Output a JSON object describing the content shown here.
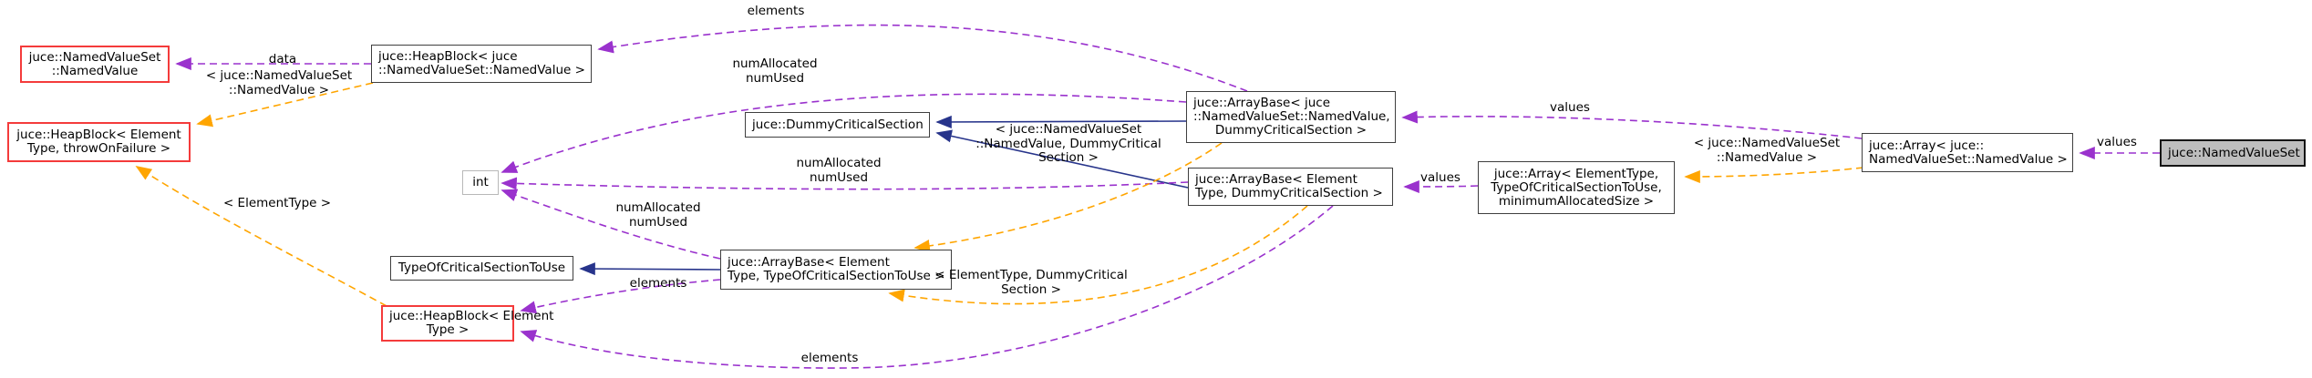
{
  "diagram": {
    "type": "doxygen-collaboration-diagram",
    "colors": {
      "usage_edge": "#9a32cd",
      "template_edge": "#ffa500",
      "inheritance_edge": "#27348b",
      "red_node_border": "#f43b3b",
      "node_border": "#3f3f3f",
      "main_node_fill": "#bebebe",
      "background": "#ffffff"
    },
    "nodes": {
      "named_value": {
        "lines": [
          "juce::NamedValueSet",
          "::NamedValue"
        ]
      },
      "heapblock_throw": {
        "lines": [
          "juce::HeapBlock< Element",
          "Type, throwOnFailure >"
        ]
      },
      "heapblock_nv": {
        "lines": [
          "juce::HeapBlock< juce",
          "::NamedValueSet::NamedValue >"
        ]
      },
      "dummy_critical": {
        "lines": [
          "juce::DummyCriticalSection"
        ]
      },
      "int_type": {
        "lines": [
          "int"
        ]
      },
      "arraybase_nv": {
        "lines": [
          "juce::ArrayBase< juce",
          "::NamedValueSet::NamedValue,",
          "DummyCriticalSection >"
        ]
      },
      "arraybase_el_dummy": {
        "lines": [
          "juce::ArrayBase< Element",
          "Type, DummyCriticalSection >"
        ]
      },
      "array_el": {
        "lines": [
          "juce::Array< ElementType,",
          "TypeOfCriticalSectionToUse,",
          "minimumAllocatedSize >"
        ]
      },
      "array_nv": {
        "lines": [
          "juce::Array< juce::",
          "NamedValueSet::NamedValue >"
        ]
      },
      "namedvalueset": {
        "lines": [
          "juce::NamedValueSet"
        ]
      },
      "type_of_critical": {
        "lines": [
          "TypeOfCriticalSectionToUse"
        ]
      },
      "arraybase_el_tocs": {
        "lines": [
          "juce::ArrayBase< Element",
          "Type, TypeOfCriticalSectionToUse >"
        ]
      },
      "heapblock_el": {
        "lines": [
          "juce::HeapBlock< Element",
          "Type >"
        ]
      }
    },
    "edge_labels": {
      "data": "data",
      "tmpl_nv_left": [
        "< juce::NamedValueSet",
        "::NamedValue >"
      ],
      "elements_top": "elements",
      "numalloc_top": [
        "numAllocated",
        "numUsed"
      ],
      "tmpl_ab_nv": [
        "< juce::NamedValueSet",
        "::NamedValue, DummyCritical",
        "Section >"
      ],
      "numalloc_mid": [
        "numAllocated",
        "numUsed"
      ],
      "values_mid": "values",
      "elemtype": "< ElementType >",
      "numalloc_low": [
        "numAllocated",
        "numUsed"
      ],
      "elements_mid": "elements",
      "tmpl_el_dummy": [
        "< ElementType, DummyCritical",
        "Section >"
      ],
      "values_top": "values",
      "tmpl_arr": [
        "< juce::NamedValueSet",
        "::NamedValue >"
      ],
      "values_right": "values",
      "elements_bottom": "elements"
    }
  }
}
